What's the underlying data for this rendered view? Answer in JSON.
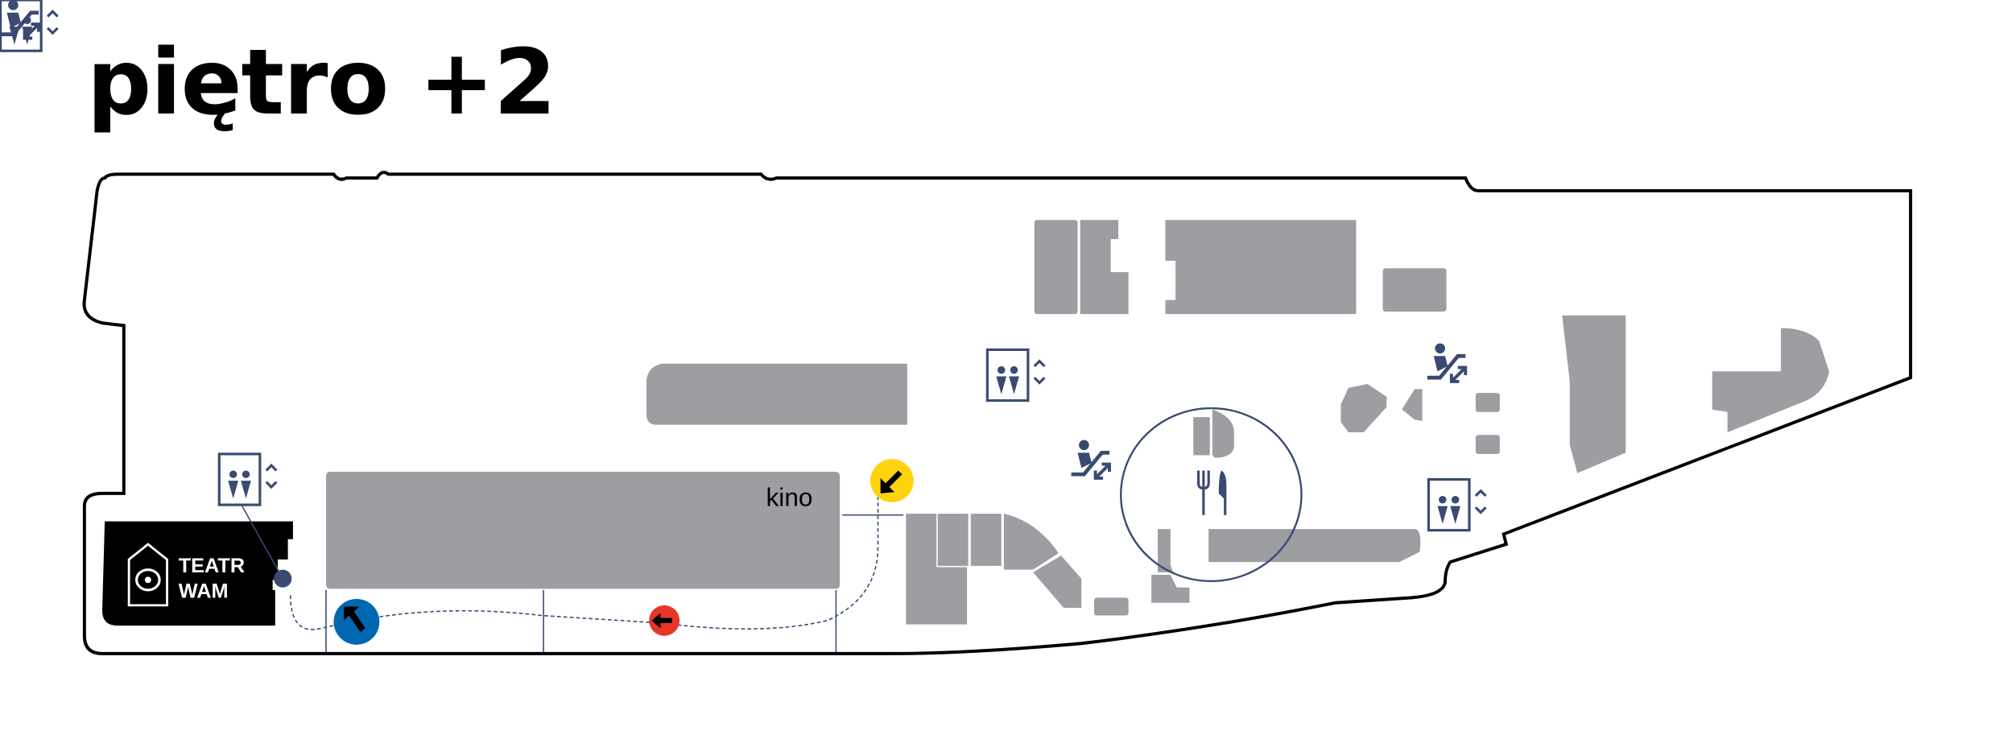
{
  "title": "piętro +2",
  "labels": {
    "cinema": "kino",
    "theatre_line1": "TEATR",
    "theatre_line2": "WAM"
  },
  "icons": [
    "elevator-icon",
    "escalator-icon",
    "restaurant-icon",
    "direction-arrow-icon",
    "theatre-logo-icon"
  ],
  "colors": {
    "shop": "#9d9ea2",
    "icon": "#3a4a72",
    "blue_marker": "#0067b1",
    "red_marker": "#e8352a",
    "yellow_marker": "#fed30b",
    "theatre": "#000000"
  }
}
